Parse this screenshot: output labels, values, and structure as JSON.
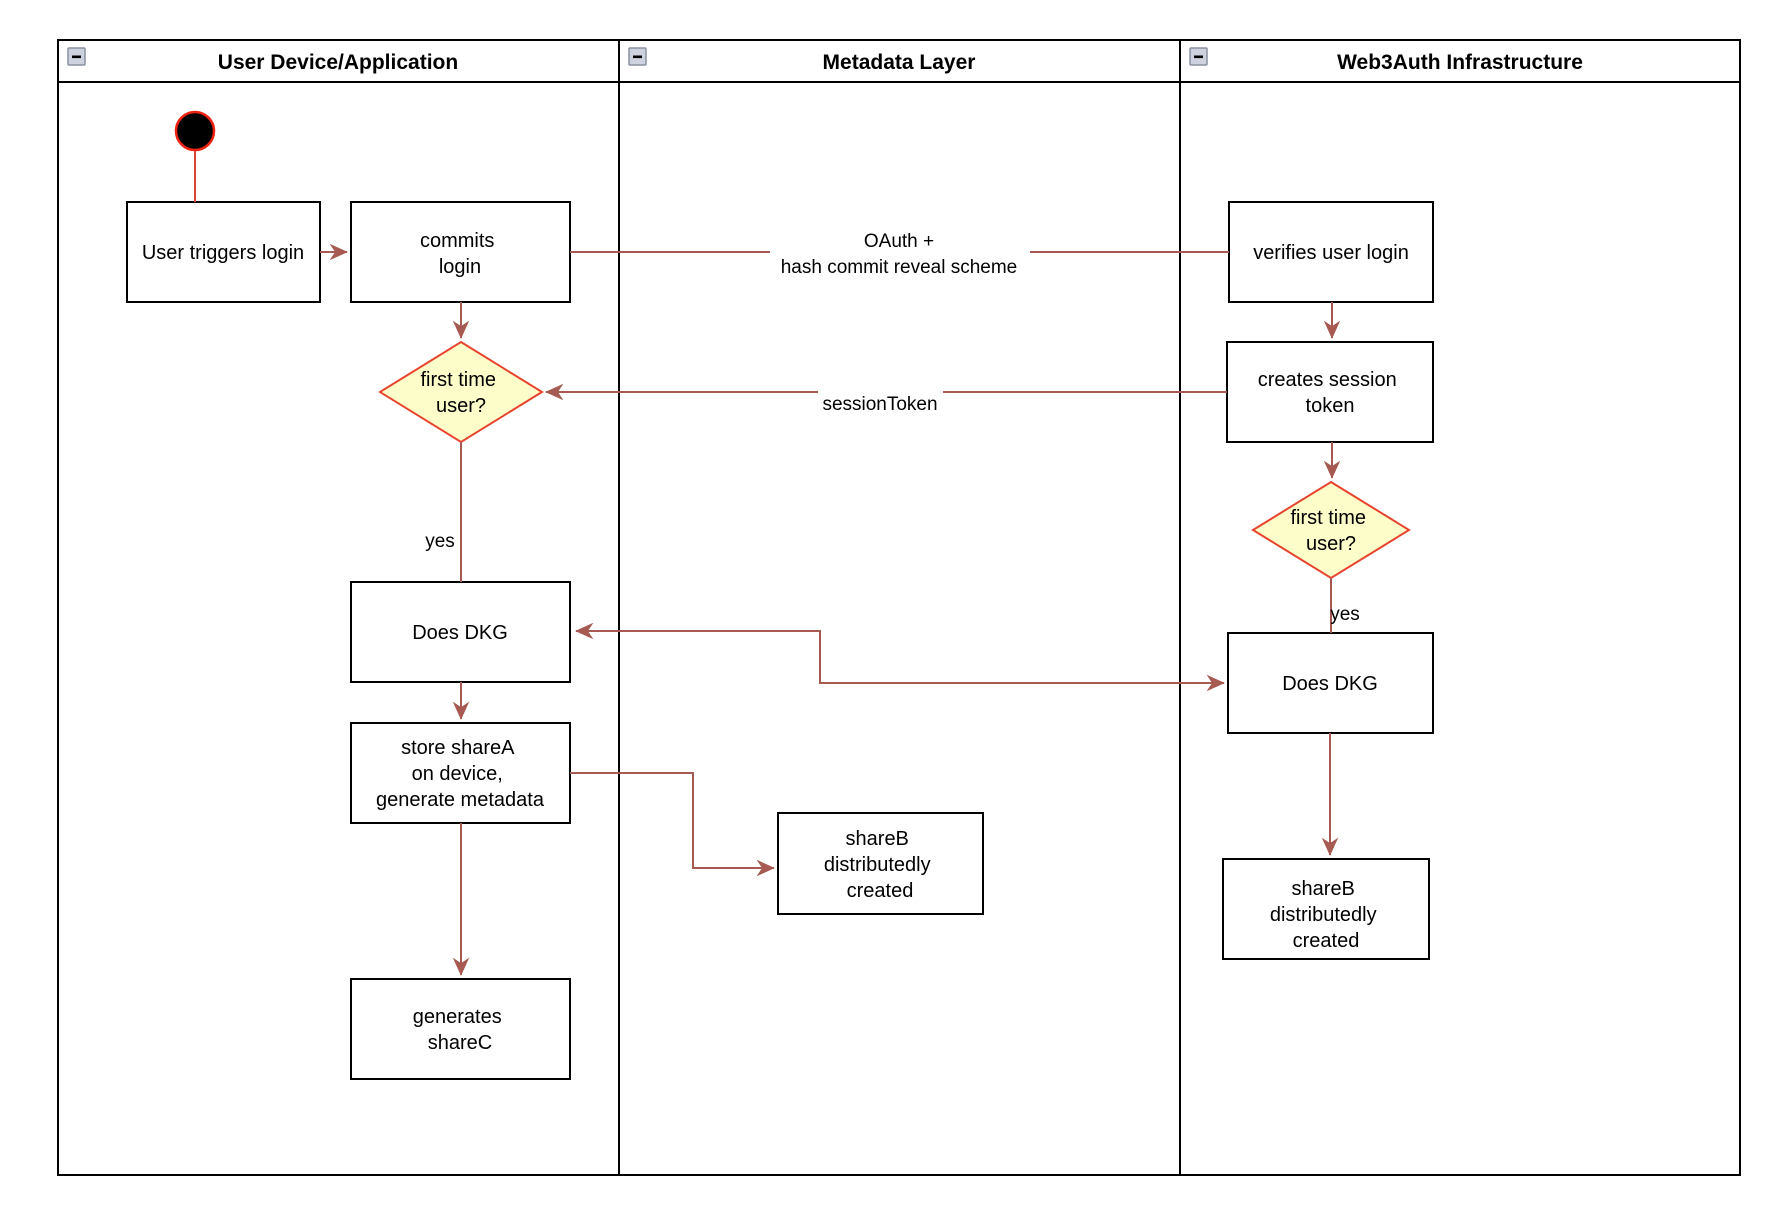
{
  "colors": {
    "edge": "#a65a51",
    "start_edge": "#d94330",
    "start_fill": "#000000",
    "start_stroke": "#ee2211",
    "decision_fill": "#fdfdc9",
    "decision_stroke": "#e8432d",
    "icon_bg": "#cdd2de",
    "icon_border": "#8a91a0"
  },
  "lanes": {
    "lane1_title": "User Device/Application",
    "lane2_title": "Metadata Layer",
    "lane3_title": "Web3Auth Infrastructure"
  },
  "nodes": {
    "user_triggers_login": "User triggers login",
    "commits_login": [
      "commits",
      "login"
    ],
    "first_time_user_device": [
      "first time",
      "user?"
    ],
    "does_dkg_device": "Does DKG",
    "store_sharea": [
      "store shareA",
      "on device,",
      "generate metadata"
    ],
    "generates_sharec": [
      "generates",
      "shareC"
    ],
    "shareb_metadata": [
      "shareB",
      "distributedly",
      "created"
    ],
    "verifies_user_login": "verifies user login",
    "creates_session_token": [
      "creates session",
      "token"
    ],
    "first_time_user_web3auth": [
      "first time",
      "user?"
    ],
    "does_dkg_web3auth": "Does DKG",
    "shareb_web3auth": [
      "shareB",
      "distributedly",
      "created"
    ]
  },
  "edge_labels": {
    "oauth_line1": "OAuth +",
    "oauth_line2": "hash commit reveal scheme",
    "session_token": "sessionToken",
    "yes_device": "yes",
    "yes_web3auth": "yes"
  }
}
